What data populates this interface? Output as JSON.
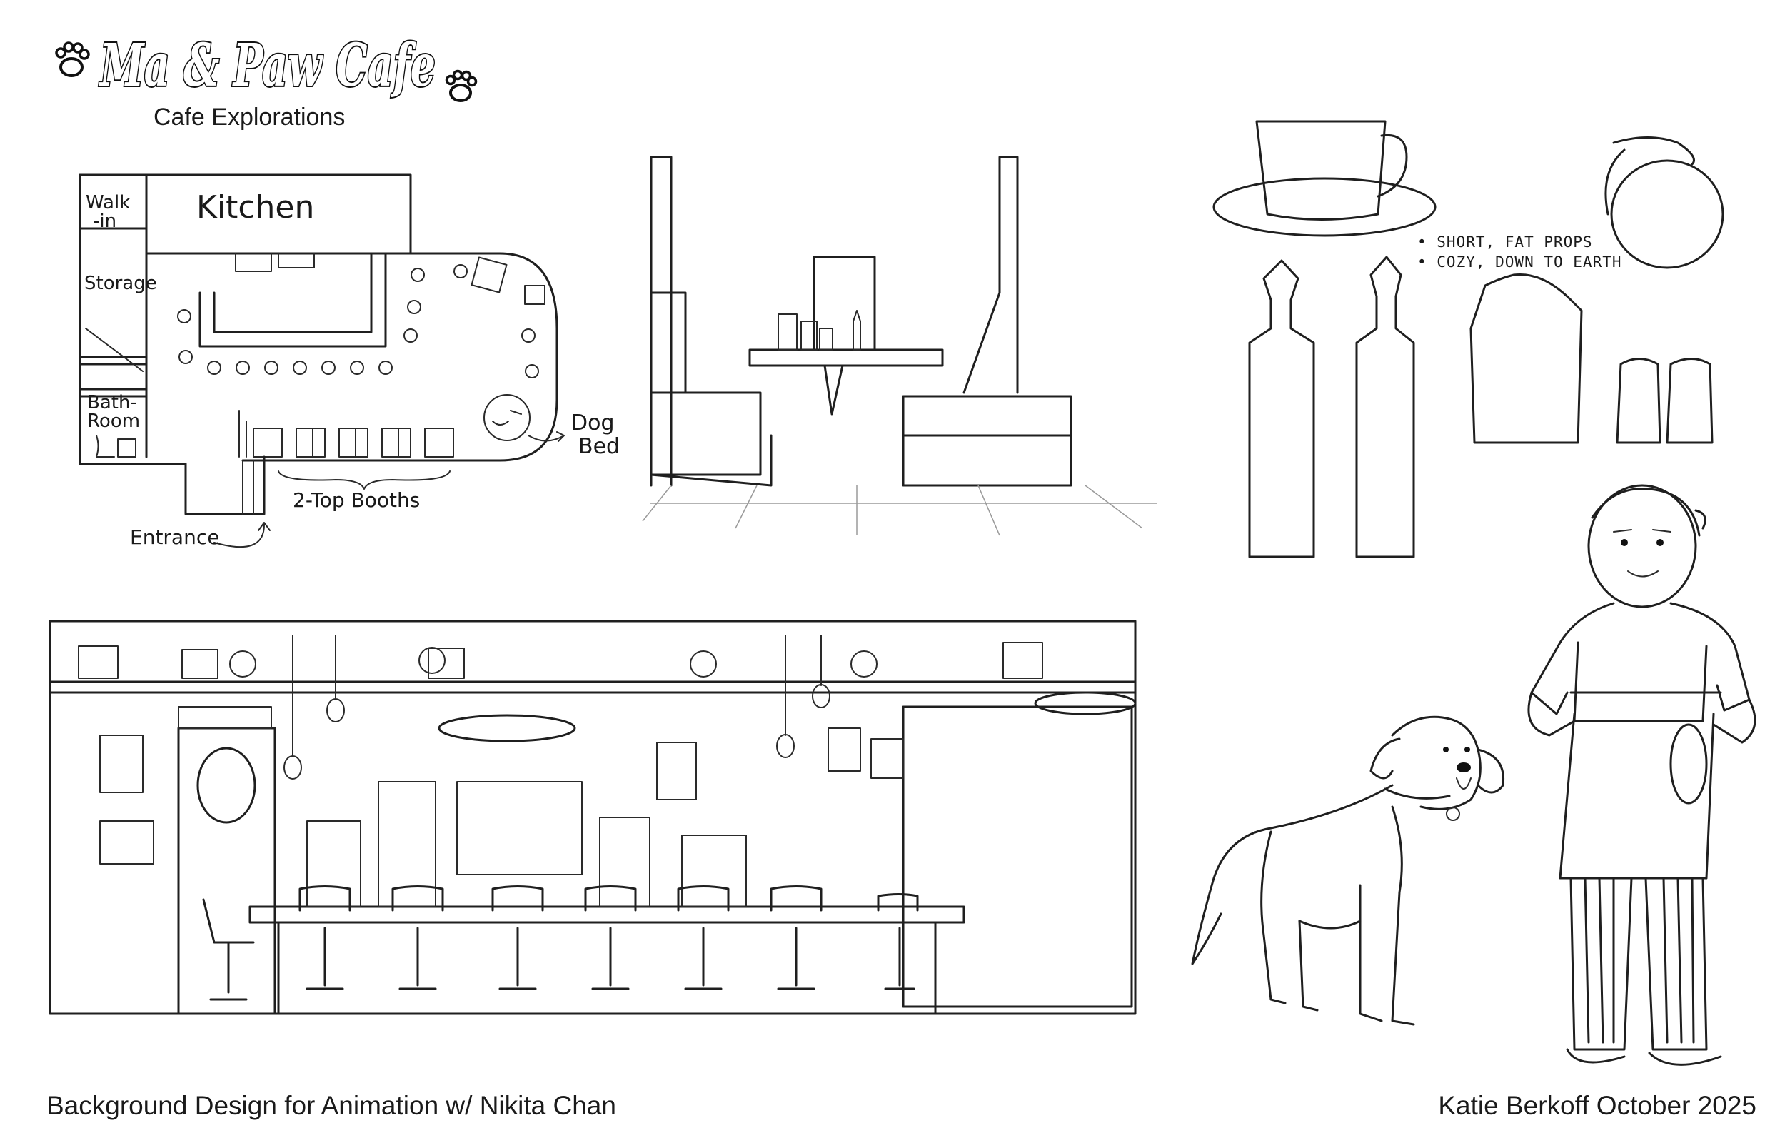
{
  "header": {
    "title": "Ma & Paw Cafe",
    "subtitle": "Cafe Explorations"
  },
  "floor_plan": {
    "labels": {
      "walk_in": "Walk -in",
      "walk_in_line1": "Walk",
      "walk_in_line2": "-in",
      "kitchen": "Kitchen",
      "storage": "Storage",
      "bathroom_line1": "Bath-",
      "bathroom_line2": "Room",
      "dog_bed_line1": "Dog",
      "dog_bed_line2": "Bed",
      "booths": "2-Top Booths",
      "entrance": "Entrance"
    }
  },
  "props_notes": {
    "lines": [
      "• SHORT, FAT PROPS",
      "• COZY, DOWN TO EARTH"
    ]
  },
  "footer": {
    "left": "Background Design for Animation w/ Nikita Chan",
    "right": "Katie Berkoff October 2025"
  },
  "icons": [
    "paw-print-icon"
  ]
}
